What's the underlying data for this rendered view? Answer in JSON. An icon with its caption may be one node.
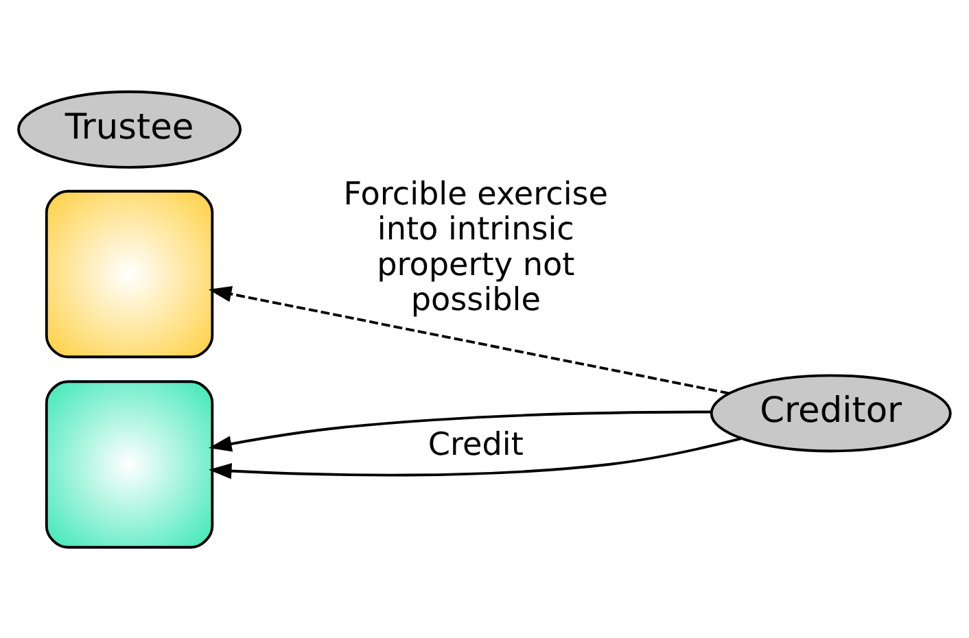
{
  "diagram": {
    "nodes": [
      {
        "text": [
          "Trustee"
        ]
      },
      {
        "text": [],
        "shape": "box"
      },
      {
        "text": [],
        "shape": "box"
      },
      {
        "text": [
          "Creditor"
        ]
      }
    ],
    "edges": [
      {
        "from": 3,
        "to": 1,
        "arrow": "to",
        "style": "dashed",
        "label": "Forcible exercise into intrinsic property not possible"
      },
      {
        "from": 3,
        "to": 2,
        "arrow": "to"
      },
      {
        "from": 3,
        "to": 2,
        "arrow": "to",
        "label": "Credit"
      }
    ]
  }
}
